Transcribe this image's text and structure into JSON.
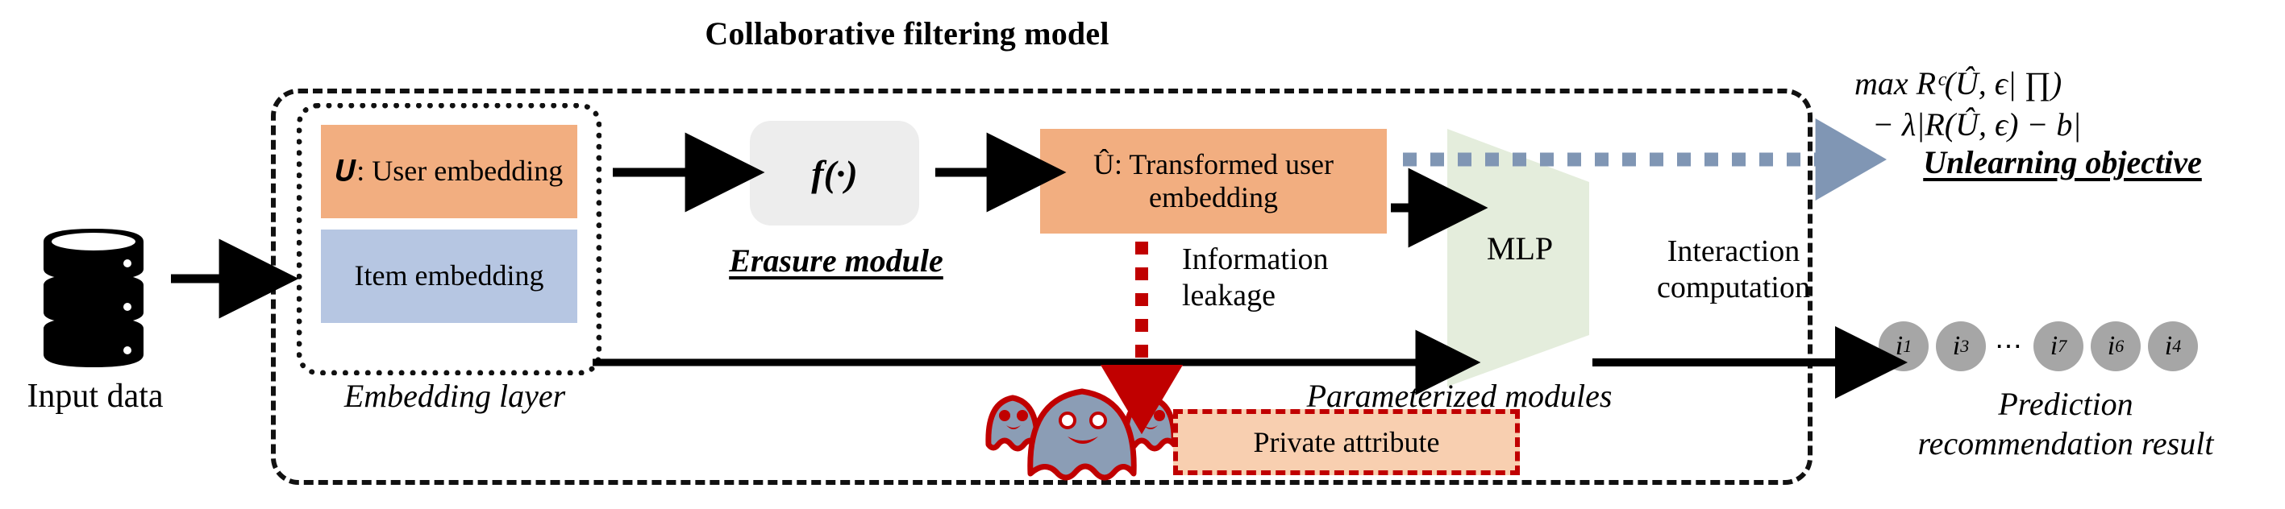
{
  "diagram": {
    "title": "Collaborative filtering model",
    "input": {
      "label": "Input data",
      "icon": "database-icon"
    },
    "embedding_layer": {
      "caption": "Embedding layer",
      "user_embedding": "𝑼: User embedding",
      "user_embedding_symbol": "U",
      "user_embedding_text": ": User embedding",
      "item_embedding": "Item embedding",
      "user_color": "#F2AE80",
      "item_color": "#B6C6E2"
    },
    "erasure": {
      "function_label": "f(·)",
      "caption": "Erasure module",
      "box_color": "#EDEDED"
    },
    "transformed": {
      "symbol": "Û",
      "text": ": Transformed user embedding",
      "full": "Û: Transformed user embedding",
      "color": "#F2AE80"
    },
    "leakage": {
      "label": "Information leakage",
      "line1": "Information",
      "line2": "leakage",
      "color": "#C00000"
    },
    "private_attribute": {
      "label": "Private attribute",
      "fill": "#F8CFB0",
      "border": "#C00000",
      "ghost_icon": "ghost-icon",
      "ghost_body": "#8B9DB5",
      "ghost_outline": "#C00000"
    },
    "mlp": {
      "label": "MLP",
      "color": "#E4EDDC"
    },
    "interaction": {
      "line1": "Interaction",
      "line2": "computation"
    },
    "parameterized": {
      "caption": "Parameterized modules"
    },
    "objective": {
      "equation_line1": "max Rᶜ(Û, ϵ| ∏)",
      "equation_line2": "− λ|R(Û, ϵ) − b|",
      "caption": "Unlearning objective",
      "arrow_color": "#8096B4"
    },
    "prediction": {
      "items": [
        {
          "base": "i",
          "sub": "1"
        },
        {
          "base": "i",
          "sub": "3"
        },
        {
          "base": "i",
          "sub": "7"
        },
        {
          "base": "i",
          "sub": "6"
        },
        {
          "base": "i",
          "sub": "4"
        }
      ],
      "ellipsis": "⋯",
      "circle_color": "#A6A6A6",
      "caption_line1": "Prediction",
      "caption_line2": "recommendation result"
    }
  }
}
